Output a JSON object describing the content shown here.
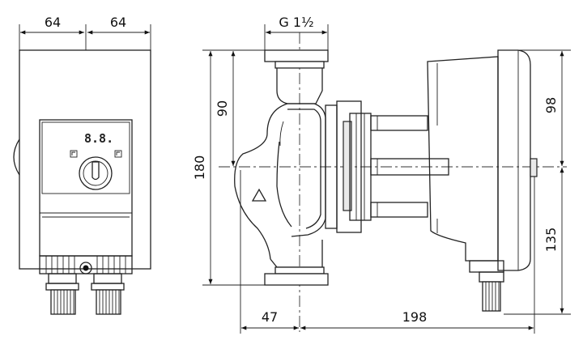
{
  "dimensions": {
    "front_width_left": "64",
    "front_width_right": "64",
    "connection": "G 1½",
    "height_total": "180",
    "height_upper": "90",
    "motor_upper": "98",
    "motor_lower": "135",
    "offset_left": "47",
    "length_right": "198"
  },
  "display": {
    "reading": "8.8."
  }
}
